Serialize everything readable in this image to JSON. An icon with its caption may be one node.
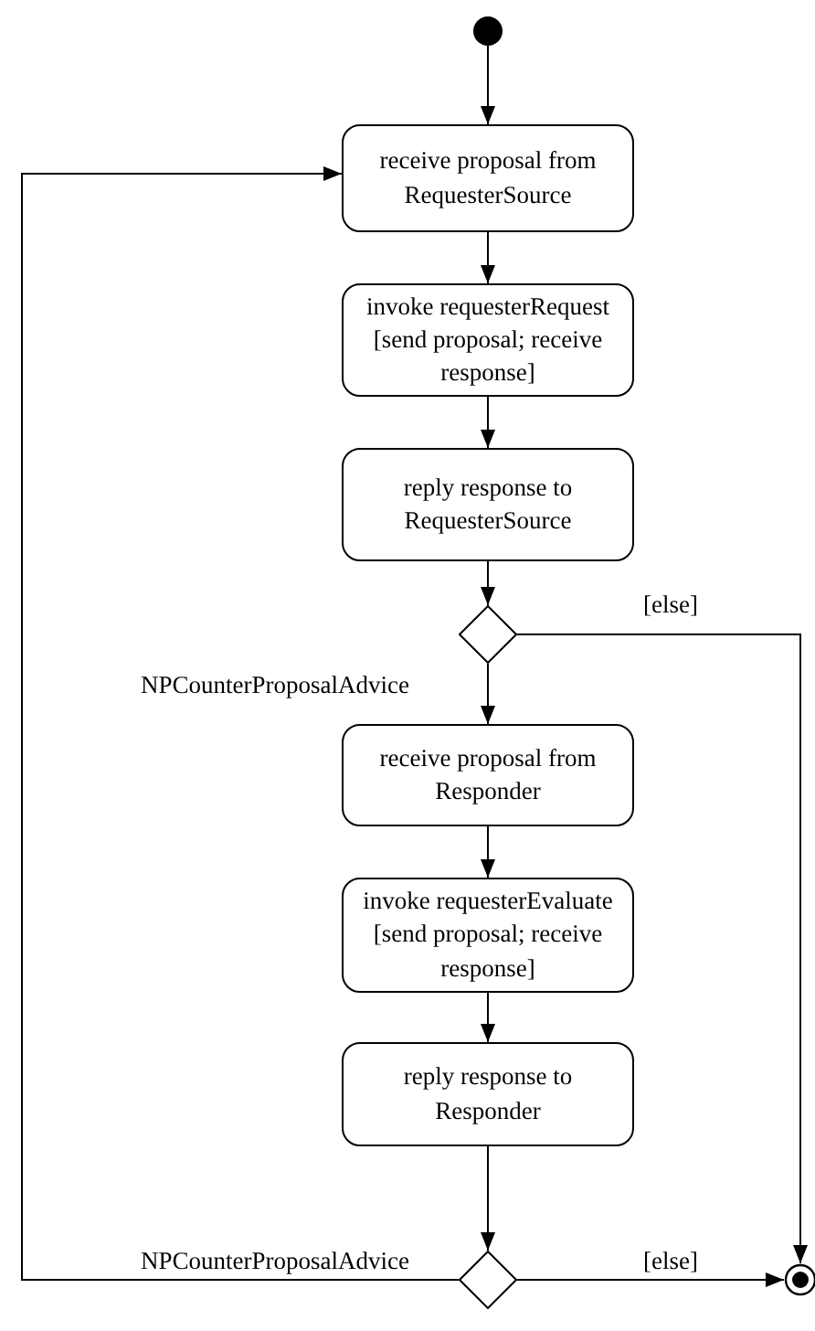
{
  "diagram": {
    "nodes": [
      {
        "text": [],
        "shape": "circle"
      },
      {
        "text": [
          "receive proposal from RequesterSource"
        ]
      },
      {
        "text": [
          "invoke requesterRequest [send proposal; receive response]"
        ]
      },
      {
        "text": [
          "reply response to RequesterSource"
        ]
      },
      {
        "text": [],
        "shape": "diamond"
      },
      {
        "text": [
          "receive proposal from Responder"
        ]
      },
      {
        "text": [
          "invoke requesterEvaluate [send proposal; receive response]"
        ]
      },
      {
        "text": [
          "reply response to Responder"
        ]
      },
      {
        "text": [],
        "shape": "diamond"
      },
      {
        "text": [],
        "shape": "circle"
      }
    ],
    "edges": [
      {
        "from": 0,
        "to": 1,
        "arrow": "to"
      },
      {
        "from": 1,
        "to": 2,
        "arrow": "to"
      },
      {
        "from": 2,
        "to": 3,
        "arrow": "to"
      },
      {
        "from": 3,
        "to": 4,
        "arrow": "to"
      },
      {
        "from": 4,
        "to": 5,
        "arrow": "to",
        "label": "NPCounterProposalAdvice"
      },
      {
        "from": 4,
        "to": 9,
        "arrow": "to",
        "label": "[else]"
      },
      {
        "from": 5,
        "to": 6,
        "arrow": "to"
      },
      {
        "from": 6,
        "to": 7,
        "arrow": "to"
      },
      {
        "from": 7,
        "to": 8,
        "arrow": "to"
      },
      {
        "from": 8,
        "to": 1,
        "arrow": "to",
        "label": "NPCounterProposalAdvice"
      },
      {
        "from": 8,
        "to": 9,
        "arrow": "to",
        "label": "[else]"
      }
    ]
  }
}
